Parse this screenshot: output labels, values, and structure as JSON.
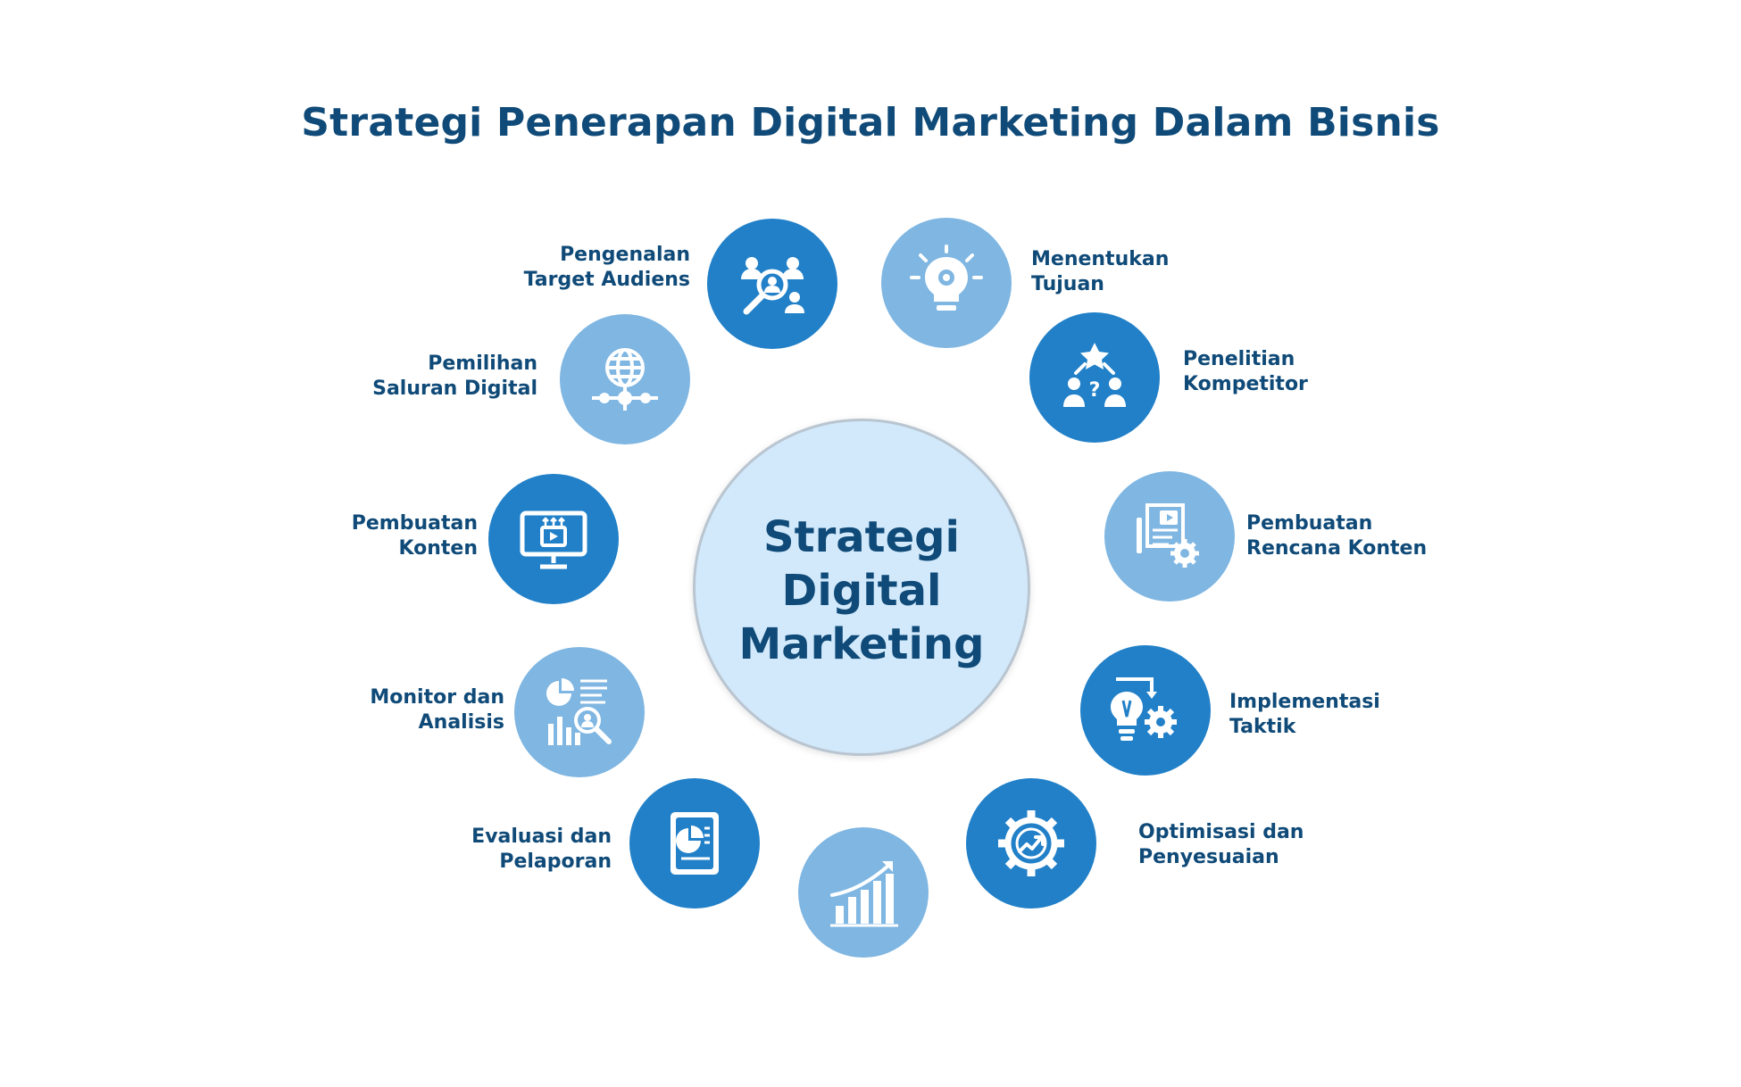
{
  "title": "Strategi Penerapan Digital Marketing Dalam Bisnis",
  "center": {
    "line1": "Strategi",
    "line2": "Digital",
    "line3": "Marketing"
  },
  "colors": {
    "title": "#0f4a78",
    "node_dark": "#2180c8",
    "node_light": "#7fb6e2",
    "center_fill": "#d2e9fb"
  },
  "nodes": [
    {
      "line1": "Pengenalan",
      "line2": "Target Audiens",
      "icon": "audience-search-icon"
    },
    {
      "line1": "Menentukan",
      "line2": "Tujuan",
      "icon": "lightbulb-gear-icon"
    },
    {
      "line1": "Pemilihan",
      "line2": "Saluran Digital",
      "icon": "globe-network-icon"
    },
    {
      "line1": "Penelitian",
      "line2": "Kompetitor",
      "icon": "competitor-star-icon"
    },
    {
      "line1": "Pembuatan",
      "line2": "Konten",
      "icon": "monitor-video-icon"
    },
    {
      "line1": "Pembuatan",
      "line2": "Rencana Konten",
      "icon": "document-gear-icon"
    },
    {
      "line1": "Monitor dan",
      "line2": "Analisis",
      "icon": "analytics-search-icon"
    },
    {
      "line1": "Implementasi",
      "line2": "Taktik",
      "icon": "idea-gear-icon"
    },
    {
      "line1": "Evaluasi dan",
      "line2": "Pelaporan",
      "icon": "report-chart-icon"
    },
    {
      "line1": "Optimisasi dan",
      "line2": "Penyesuaian",
      "icon": "gear-trend-icon"
    },
    {
      "line1": "",
      "line2": "",
      "icon": "growth-bar-chart-icon"
    }
  ]
}
